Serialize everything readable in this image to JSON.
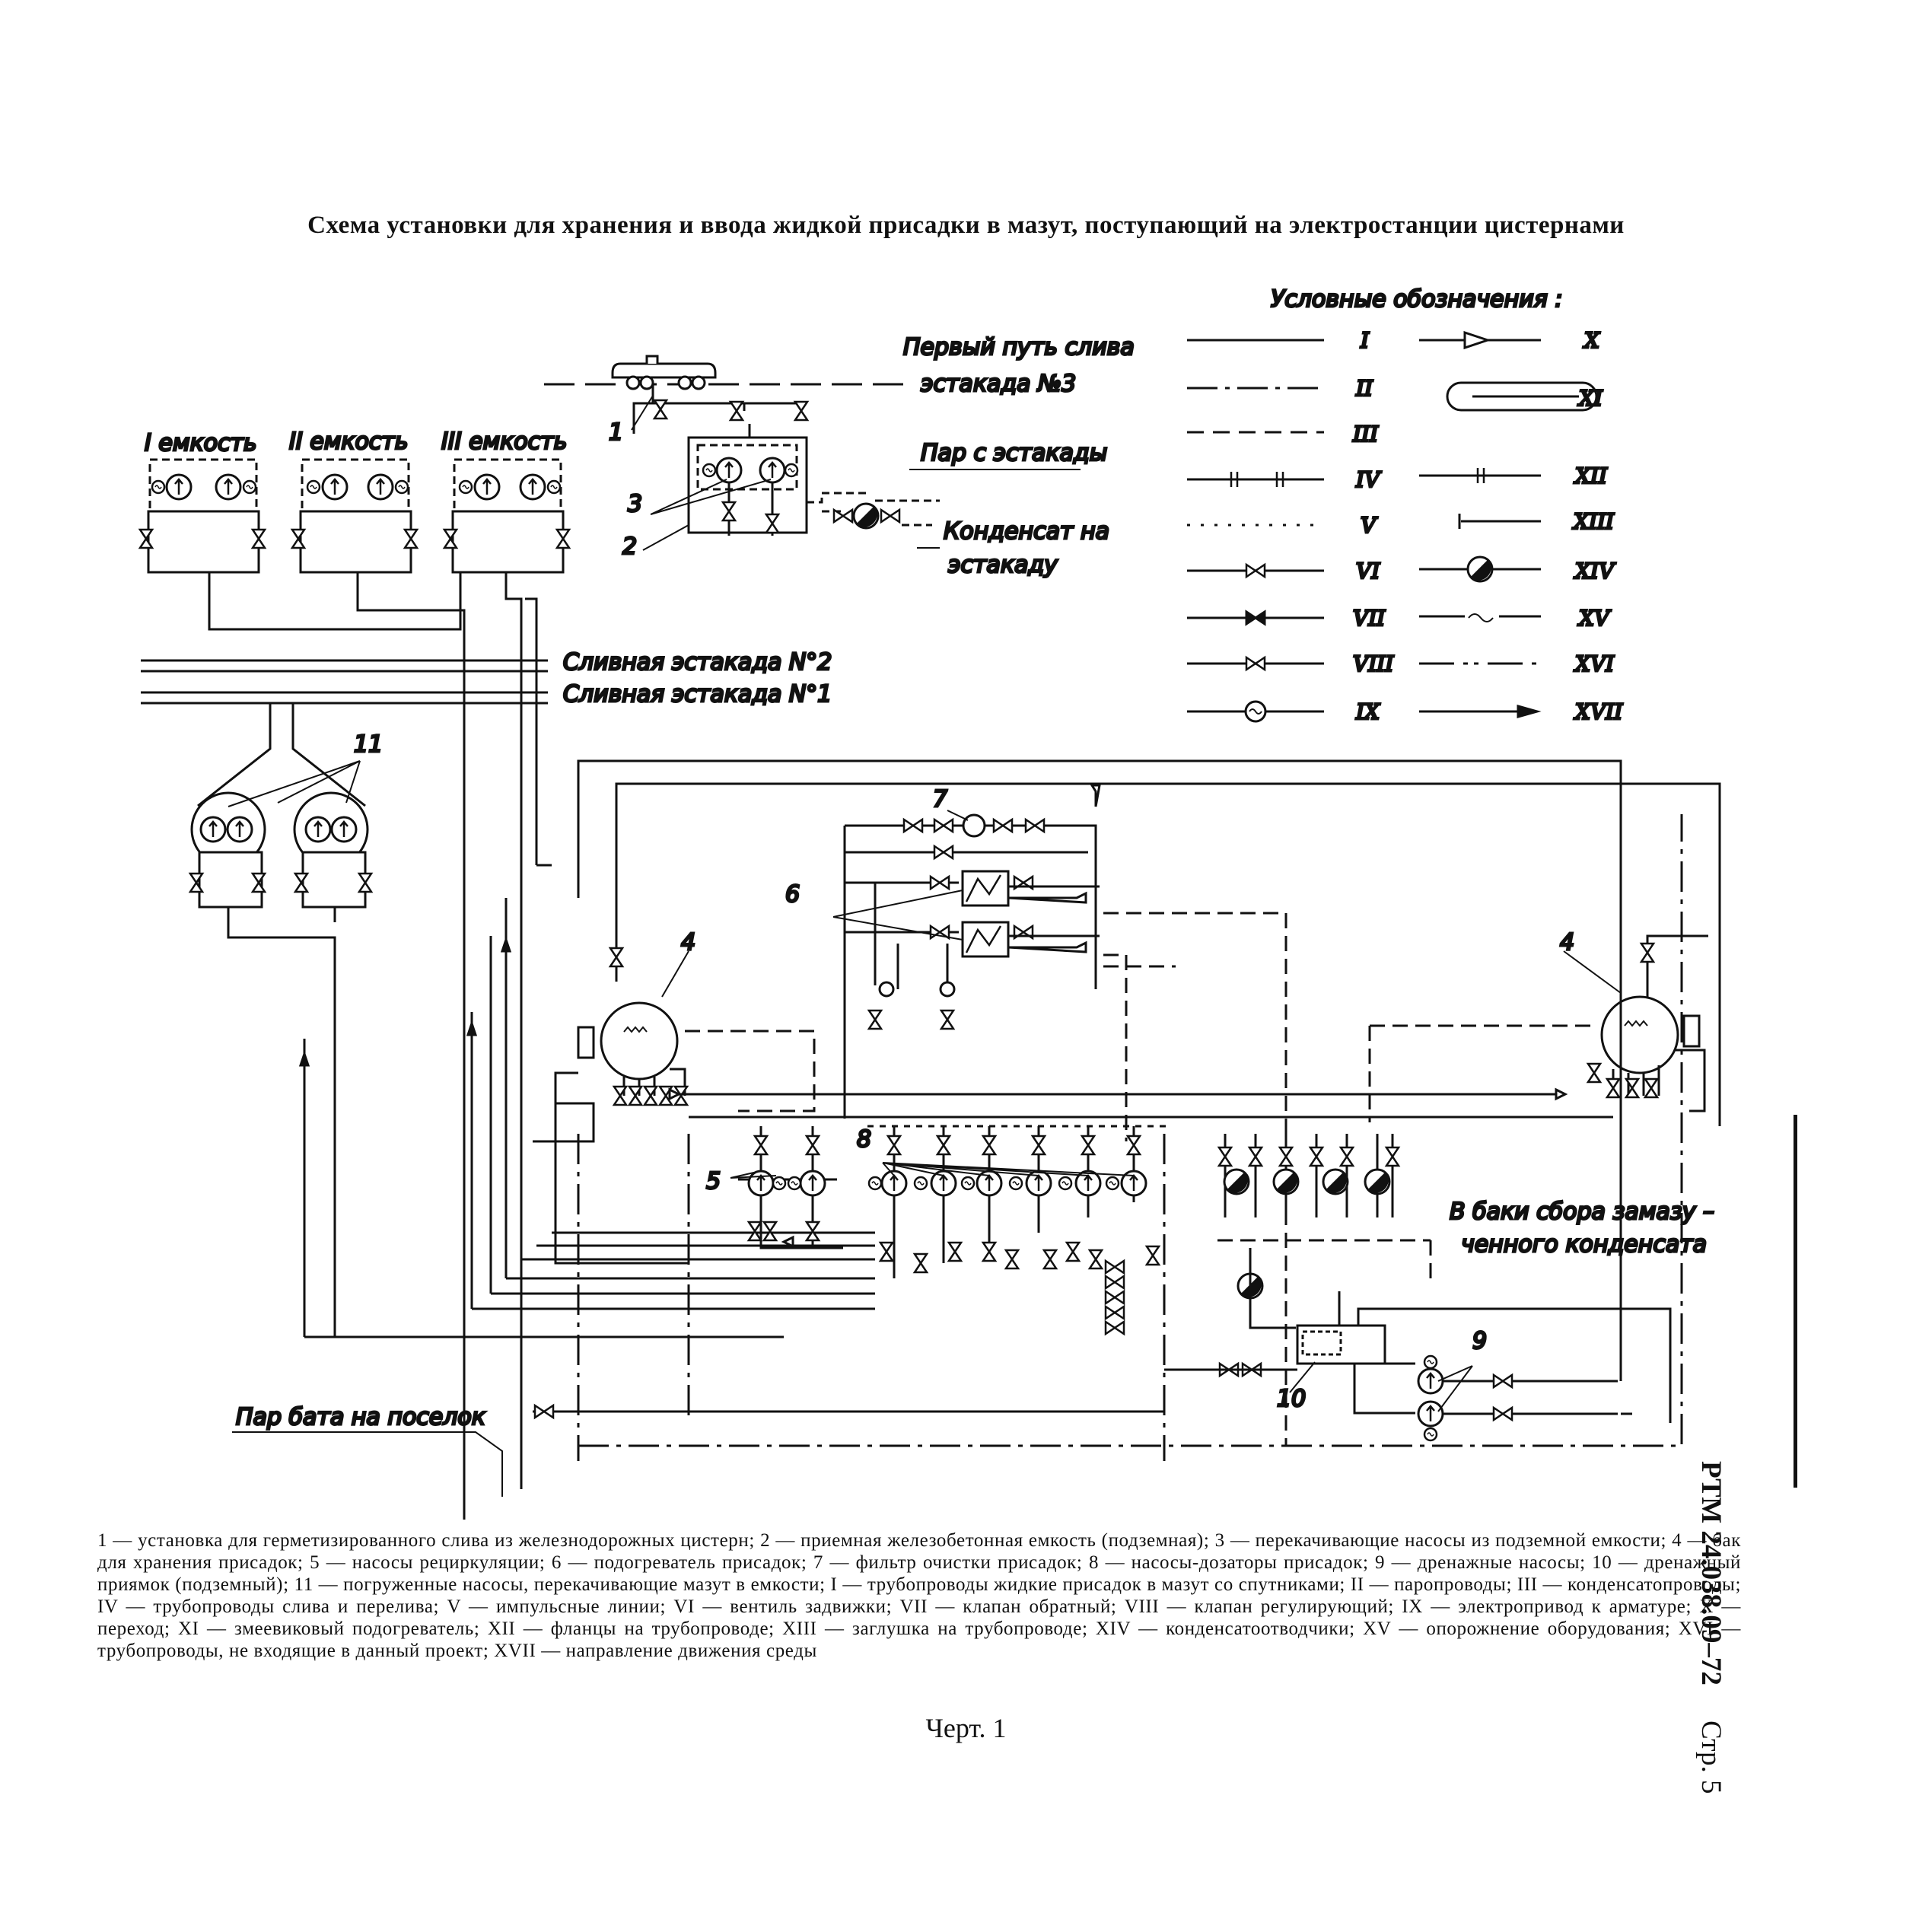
{
  "title": "Схема установки для хранения и ввода жидкой присадки в мазут, поступающий на электростанции цистернами",
  "legend": {
    "heading": "Условные обозначения :",
    "items": [
      "I",
      "II",
      "III",
      "IV",
      "V",
      "VI",
      "VII",
      "VIII",
      "IX",
      "X",
      "XI",
      "XII",
      "XIII",
      "XIV",
      "XV",
      "XVI",
      "XVII"
    ]
  },
  "labels": {
    "tank1": "I емкость",
    "tank2": "II емкость",
    "tank3": "III емкость",
    "track": "Первый путь слива",
    "estakada3": "эстакада №3",
    "steam_from": "Пар с эстакады",
    "condensate1": "Конденсат на",
    "condensate2": "эстакаду",
    "drain2": "Сливная эстакада N°2",
    "drain1": "Сливная эстакада N°1",
    "drain_tanks1": "В баки сбора замазу –",
    "drain_tanks2": "ченного конденсата",
    "steam_village": "Пар бата на поселок"
  },
  "numbers": [
    "1",
    "2",
    "3",
    "4",
    "4",
    "5",
    "6",
    "7",
    "8",
    "9",
    "10",
    "11"
  ],
  "caption": "1 — установка для герметизированного слива из железнодорожных цистерн; 2 — приемная железобетонная емкость (подземная); 3 — перекачивающие насосы из подземной емкости; 4 — бак для хранения присадок; 5 — насосы рециркуляции; 6 — подогреватель присадок; 7 — фильтр очистки присадок; 8 — насосы-дозаторы присадок; 9 — дренажные насосы; 10 — дренажный приямок (подземный); 11 — погруженные насосы, перекачивающие мазут в емкости; I — трубопроводы жидкие присадок в мазут со спутниками; II — паропроводы; III — конденсатопроводы; IV — трубопроводы слива и перелива; V — импульсные линии; VI — вентиль задвижки; VII — клапан обратный; VIII — клапан регулирующий; IX — электропривод к арматуре; X — переход; XI — змеевиковый подогреватель; XII — фланцы на трубопроводе; XIII — заглушка на трубопроводе; XIV — конденсатоотводчики; XV — опорожнение оборудования; XVI — трубопроводы, не входящие в данный проект; XVII — направление движения среды",
  "chert": "Черт. 1",
  "side_code": "РТМ 24.038.09–72",
  "side_page": "Стр. 5"
}
